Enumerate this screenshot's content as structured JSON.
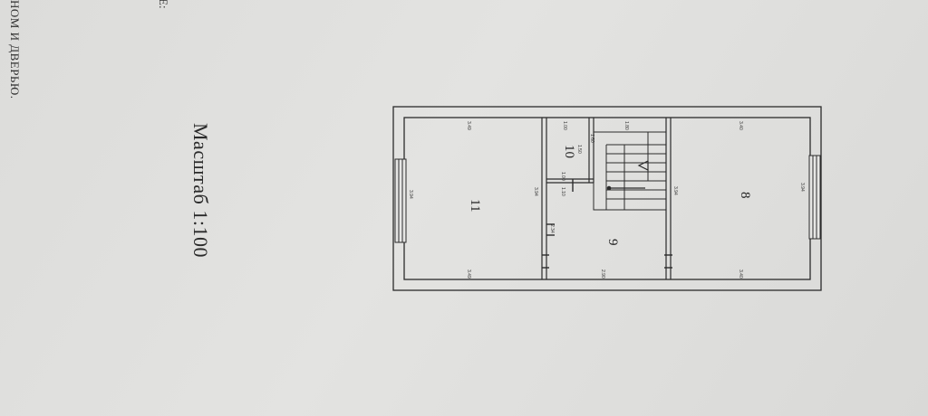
{
  "edge_text": "НОМ И ДВЕРЬЮ.",
  "edge_top": "Е:",
  "scale_label": "Масштаб 1:100",
  "rooms": {
    "r8": "8",
    "r9": "9",
    "r10": "10",
    "r11": "11"
  },
  "dims": {
    "d1": "3.40",
    "d2": "3.49",
    "d3": "1.00",
    "d4": "1.80",
    "d5": "3.94",
    "d6": "3.94",
    "d7": "3.94",
    "d8": "1.50",
    "d9": "1.60",
    "d10": "1.00",
    "d11": "1.10",
    "d12": "3.94",
    "d13": "2.34",
    "d14": "3.49",
    "d15": "2.90",
    "d16": "3.40"
  }
}
